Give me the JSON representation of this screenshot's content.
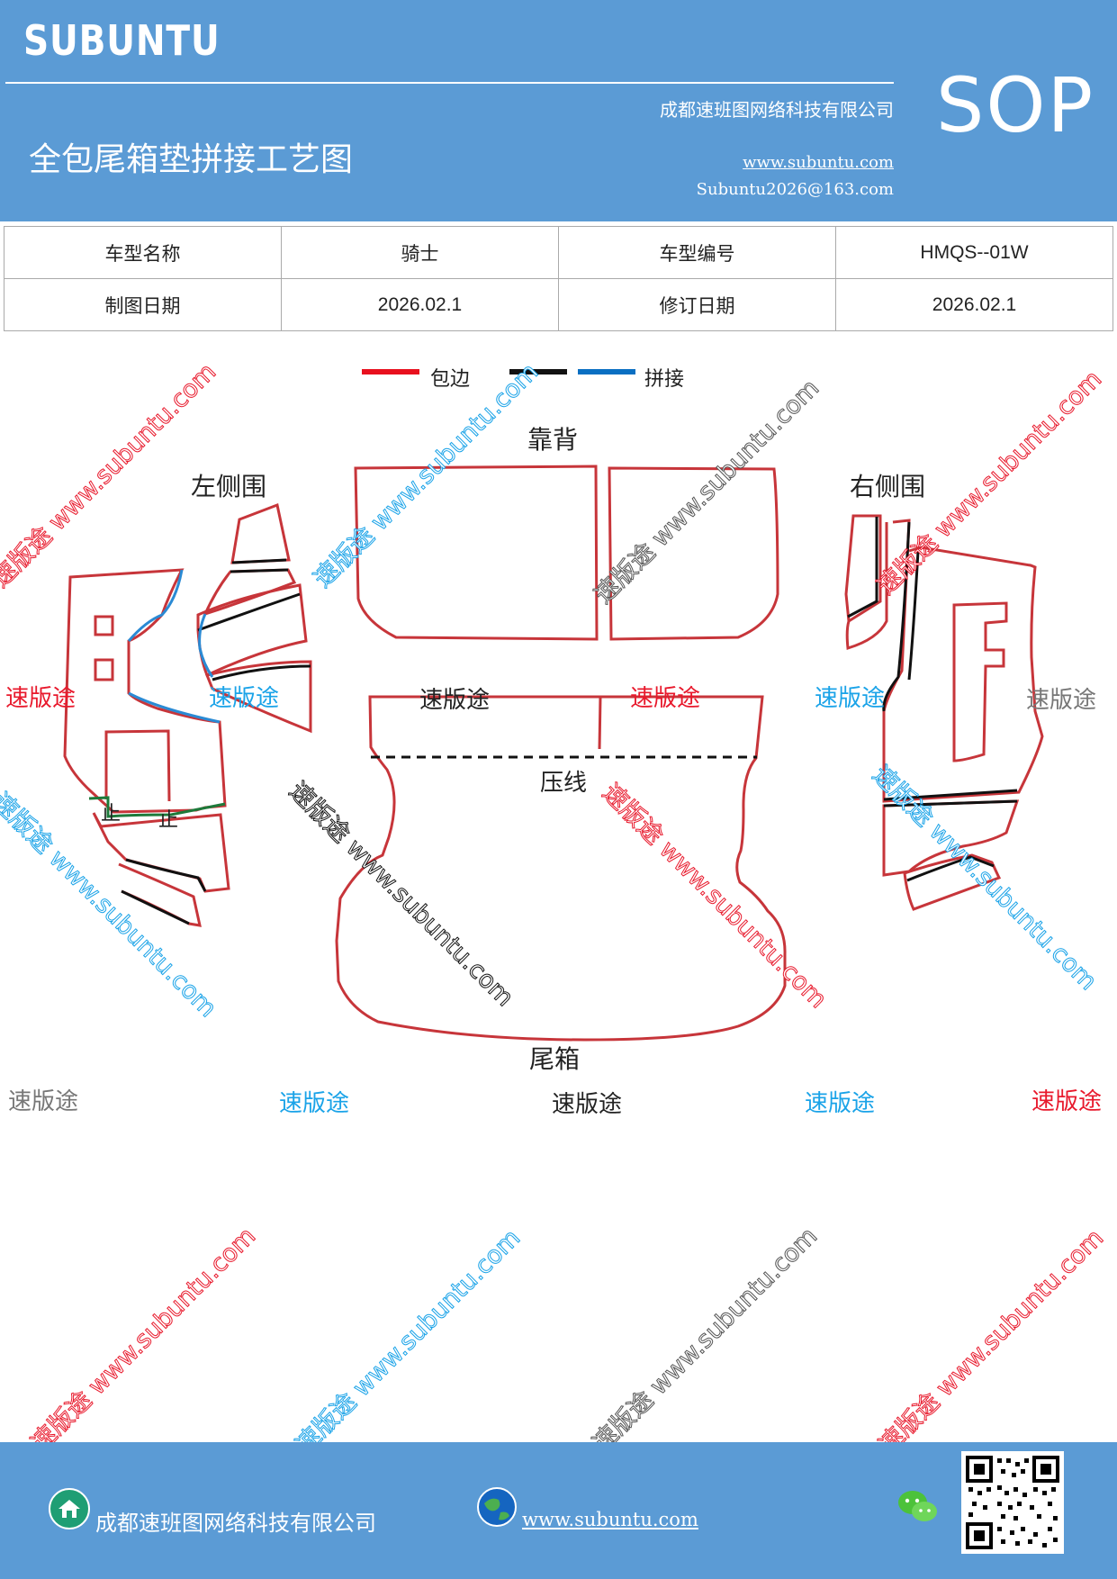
{
  "header": {
    "logo": "SUBUNTU",
    "company": "成都速班图网络科技有限公司",
    "title": "全包尾箱垫拼接工艺图",
    "website": "www.subuntu.com",
    "email": "Subuntu2026@163.com",
    "badge": "SOP"
  },
  "info_table": {
    "rows": [
      {
        "label1": "车型名称",
        "value1": "骑士",
        "label2": "车型编号",
        "value2": "HMQS--01W"
      },
      {
        "label1": "制图日期",
        "value1": "2026.02.1",
        "label2": "修订日期",
        "value2": "2026.02.1"
      }
    ]
  },
  "legend": {
    "items": [
      {
        "color": "#e8101e",
        "label": "包边"
      },
      {
        "color": "#111111",
        "label": ""
      },
      {
        "color": "#0a6fc2",
        "label": "拼接"
      }
    ]
  },
  "diagram": {
    "labels": {
      "back": "靠背",
      "left_side": "左侧围",
      "right_side": "右侧围",
      "press_line": "压线",
      "trunk": "尾箱",
      "mark_a": "止",
      "mark_b": "止"
    },
    "colors": {
      "edge": "#c7353a",
      "splice": "#2a8ad4",
      "black": "#111111",
      "green": "#1d7a3a"
    }
  },
  "watermarks": {
    "brand": "速版途",
    "url": "www.subuntu.com",
    "combo": "速版途 www.subuntu.com",
    "palette": {
      "red": "#e8192c",
      "blue": "#1aa3e8",
      "gray": "#777777",
      "black": "#222222"
    }
  },
  "footer": {
    "company": "成都速班图网络科技有限公司",
    "website": "www.subuntu.com",
    "icons": [
      "home-icon",
      "globe-icon",
      "wechat-icon",
      "qr-code"
    ]
  }
}
